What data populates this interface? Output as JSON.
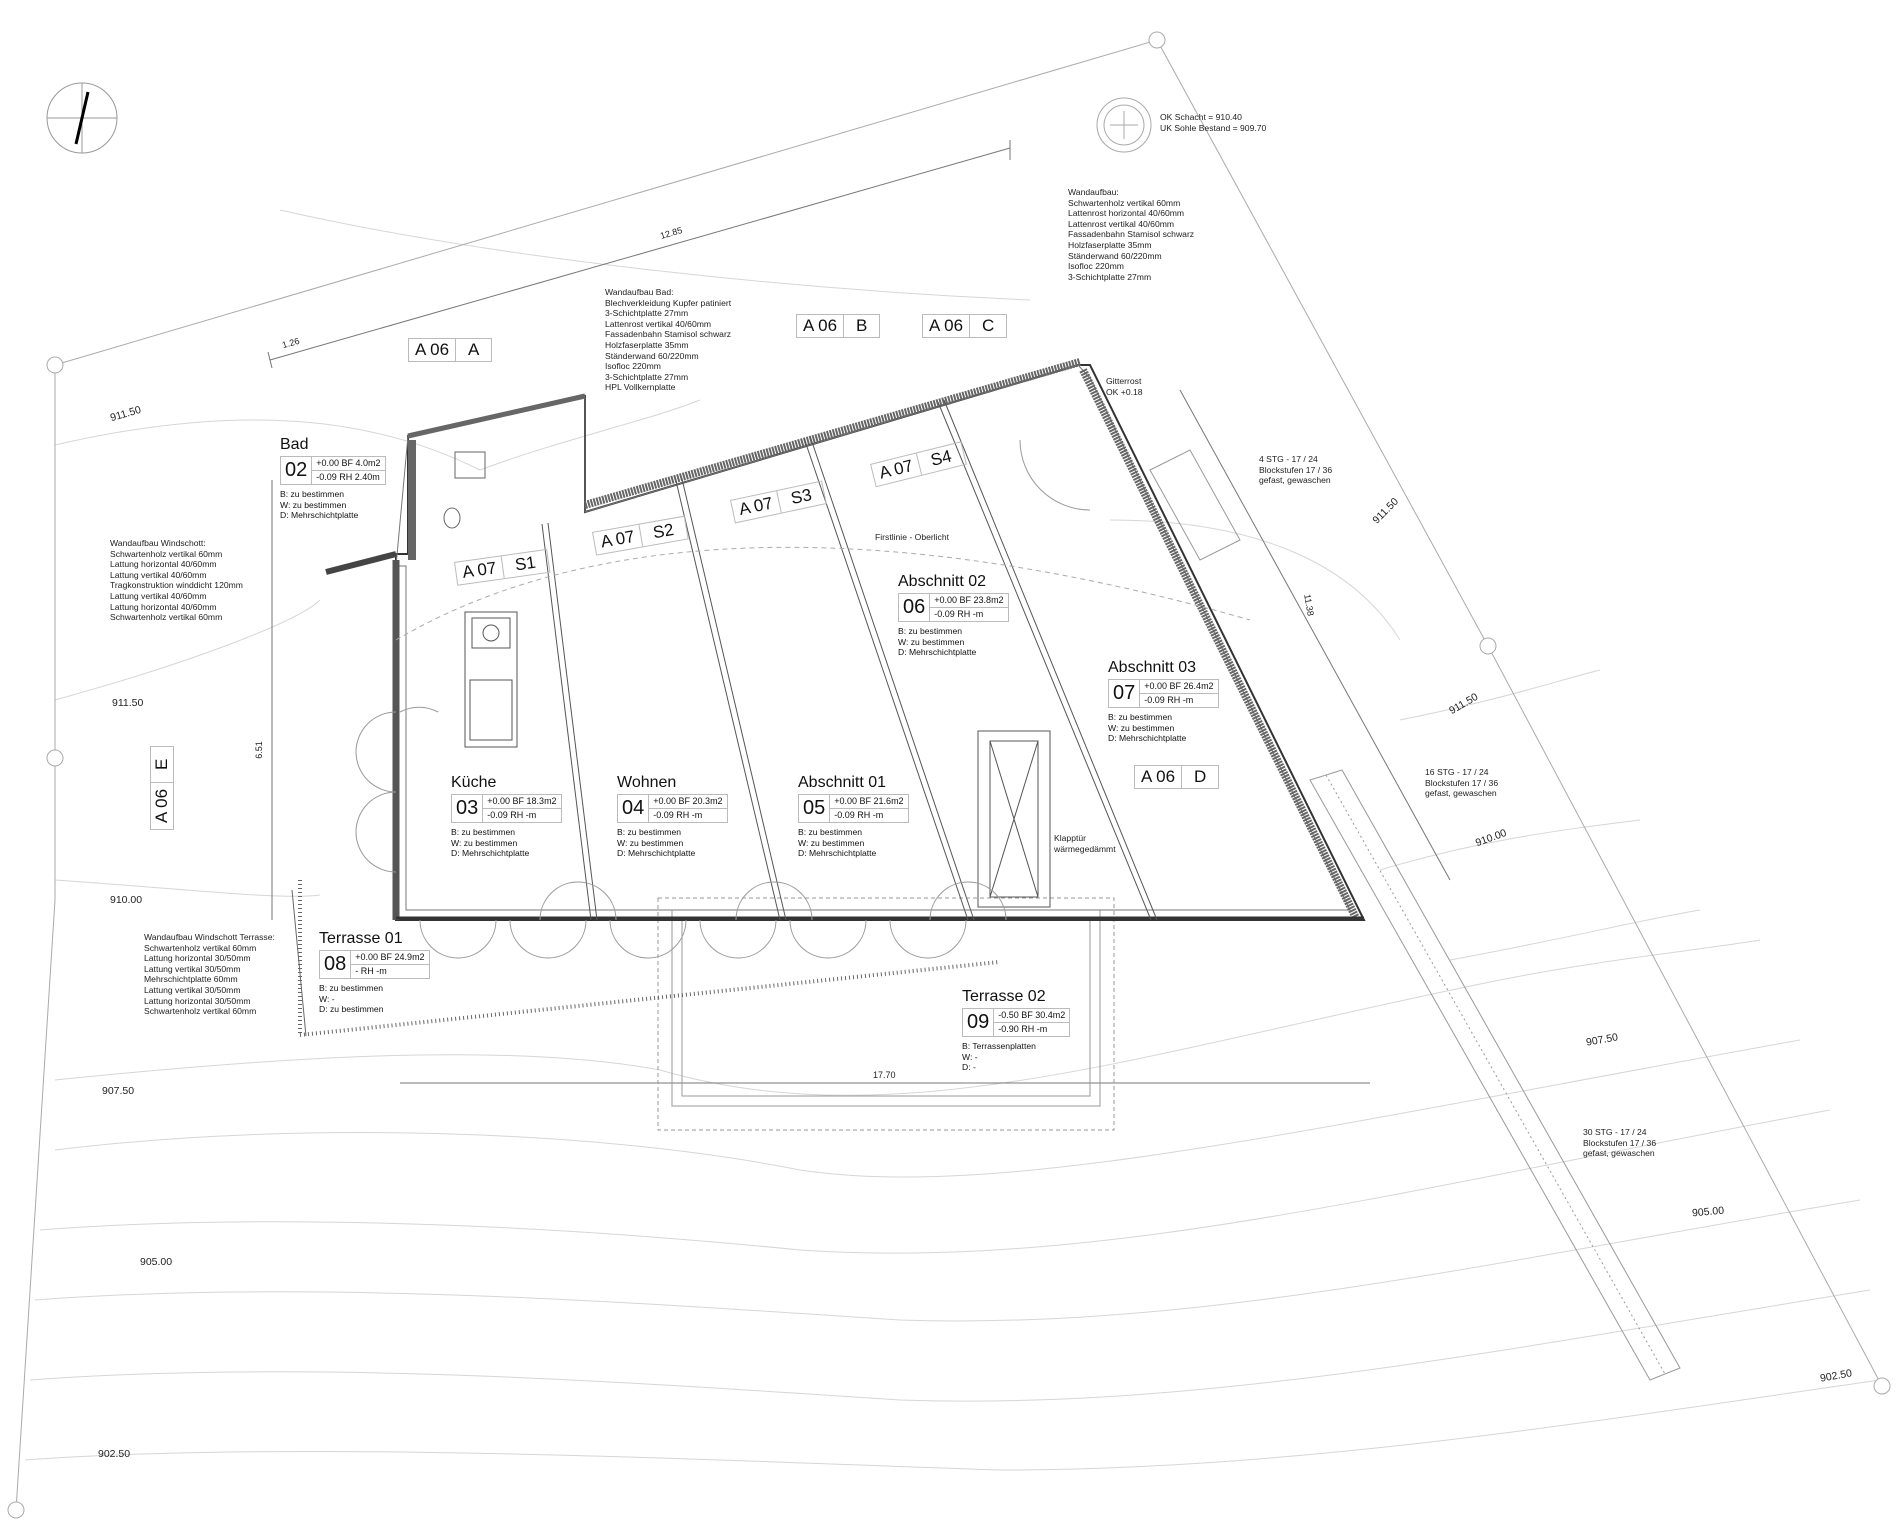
{
  "drawing": {
    "dimensions": {
      "d1": "12.85",
      "d2": "1.26",
      "d3": "6.51",
      "d4": "11.38",
      "d5": "17.70"
    },
    "elevations": [
      "911.50",
      "911.50",
      "910.00",
      "907.50",
      "905.00",
      "902.50",
      "911.50",
      "911.50",
      "910.00",
      "907.50",
      "905.00",
      "902.50"
    ],
    "section_markers": [
      {
        "sheet": "A 06",
        "id": "A"
      },
      {
        "sheet": "A 06",
        "id": "B"
      },
      {
        "sheet": "A 06",
        "id": "C"
      },
      {
        "sheet": "A 06",
        "id": "D"
      },
      {
        "sheet": "A 06",
        "id": "E"
      },
      {
        "sheet": "A 07",
        "id": "S1"
      },
      {
        "sheet": "A 07",
        "id": "S2"
      },
      {
        "sheet": "A 07",
        "id": "S3"
      },
      {
        "sheet": "A 07",
        "id": "S4"
      }
    ],
    "rooms": [
      {
        "name": "Bad",
        "number": "02",
        "level_top": "+0.00",
        "level_bottom": "-0.09",
        "bf": "BF 4.0m2",
        "rh": "RH 2.40m",
        "b": "B: zu bestimmen",
        "w": "W: zu bestimmen",
        "d": "D: Mehrschichtplatte"
      },
      {
        "name": "Küche",
        "number": "03",
        "level_top": "+0.00",
        "level_bottom": "-0.09",
        "bf": "BF 18.3m2",
        "rh": "RH -m",
        "b": "B: zu bestimmen",
        "w": "W: zu bestimmen",
        "d": "D: Mehrschichtplatte"
      },
      {
        "name": "Wohnen",
        "number": "04",
        "level_top": "+0.00",
        "level_bottom": "-0.09",
        "bf": "BF 20.3m2",
        "rh": "RH -m",
        "b": "B: zu bestimmen",
        "w": "W: zu bestimmen",
        "d": "D: Mehrschichtplatte"
      },
      {
        "name": "Abschnitt 01",
        "number": "05",
        "level_top": "+0.00",
        "level_bottom": "-0.09",
        "bf": "BF 21.6m2",
        "rh": "RH -m",
        "b": "B: zu bestimmen",
        "w": "W: zu bestimmen",
        "d": "D: Mehrschichtplatte"
      },
      {
        "name": "Abschnitt 02",
        "number": "06",
        "level_top": "+0.00",
        "level_bottom": "-0.09",
        "bf": "BF 23.8m2",
        "rh": "RH -m",
        "b": "B: zu bestimmen",
        "w": "W: zu bestimmen",
        "d": "D: Mehrschichtplatte"
      },
      {
        "name": "Abschnitt 03",
        "number": "07",
        "level_top": "+0.00",
        "level_bottom": "-0.09",
        "bf": "BF 26.4m2",
        "rh": "RH -m",
        "b": "B: zu bestimmen",
        "w": "W: zu bestimmen",
        "d": "D: Mehrschichtplatte"
      },
      {
        "name": "Terrasse 01",
        "number": "08",
        "level_top": "+0.00",
        "level_bottom": "-",
        "bf": "BF 24.9m2",
        "rh": "RH -m",
        "b": "B: zu bestimmen",
        "w": "W: -",
        "d": "D: zu bestimmen"
      },
      {
        "name": "Terrasse 02",
        "number": "09",
        "level_top": "-0.50",
        "level_bottom": "-0.90",
        "bf": "BF 30.4m2",
        "rh": "RH -m",
        "b": "B: Terrassenplatten",
        "w": "W: -",
        "d": "D: -"
      }
    ],
    "notes": [
      {
        "id": "schacht",
        "lines": [
          "OK Schacht = 910.40",
          "UK Sohle Bestand = 909.70"
        ]
      },
      {
        "id": "wandaufbau",
        "lines": [
          "Wandaufbau:",
          "Schwartenholz vertikal 60mm",
          "Lattenrost horizontal 40/60mm",
          "Lattenrost vertikal 40/60mm",
          "Fassadenbahn Stamisol schwarz",
          "Holzfaserplatte 35mm",
          "Ständerwand 60/220mm",
          "Isofloc 220mm",
          "3-Schichtplatte 27mm"
        ]
      },
      {
        "id": "wandaufbau-bad",
        "lines": [
          "Wandaufbau Bad:",
          "Blechverkleidung Kupfer patiniert",
          "3-Schichtplatte 27mm",
          "Lattenrost vertikal 40/60mm",
          "Fassadenbahn Stamisol schwarz",
          "Holzfaserplatte 35mm",
          "Ständerwand 60/220mm",
          "Isofloc 220mm",
          "3-Schichtplatte 27mm",
          "HPL Vollkernplatte"
        ]
      },
      {
        "id": "wandaufbau-windschott",
        "lines": [
          "Wandaufbau Windschott:",
          "Schwartenholz vertikal 60mm",
          "Lattung horizontal 40/60mm",
          "Lattung vertikal 40/60mm",
          "Tragkonstruktion winddicht 120mm",
          "Lattung vertikal 40/60mm",
          "Lattung horizontal 40/60mm",
          "Schwartenholz vertikal 60mm"
        ]
      },
      {
        "id": "wandaufbau-windschott-terrasse",
        "lines": [
          "Wandaufbau Windschott Terrasse:",
          "Schwartenholz vertikal 60mm",
          "Lattung horizontal 30/50mm",
          "Lattung vertikal 30/50mm",
          "Mehrschichtplatte 60mm",
          "Lattung vertikal 30/50mm",
          "Lattung horizontal 30/50mm",
          "Schwartenholz vertikal 60mm"
        ]
      },
      {
        "id": "gitterrost",
        "lines": [
          "Gitterrost",
          "OK +0.18"
        ]
      },
      {
        "id": "firstlinie",
        "lines": [
          "Firstlinie - Oberlicht"
        ]
      },
      {
        "id": "klapptuer",
        "lines": [
          "Klapptür",
          "wärmegedämmt"
        ]
      },
      {
        "id": "stg-4",
        "lines": [
          "4 STG - 17 / 24",
          "Blockstufen  17 / 36",
          "gefast, gewaschen"
        ]
      },
      {
        "id": "stg-16",
        "lines": [
          "16 STG - 17 / 24",
          "Blockstufen  17 / 36",
          "gefast, gewaschen"
        ]
      },
      {
        "id": "stg-30",
        "lines": [
          "30 STG - 17 / 24",
          "Blockstufen  17 / 36",
          "gefast, gewaschen"
        ]
      }
    ]
  }
}
